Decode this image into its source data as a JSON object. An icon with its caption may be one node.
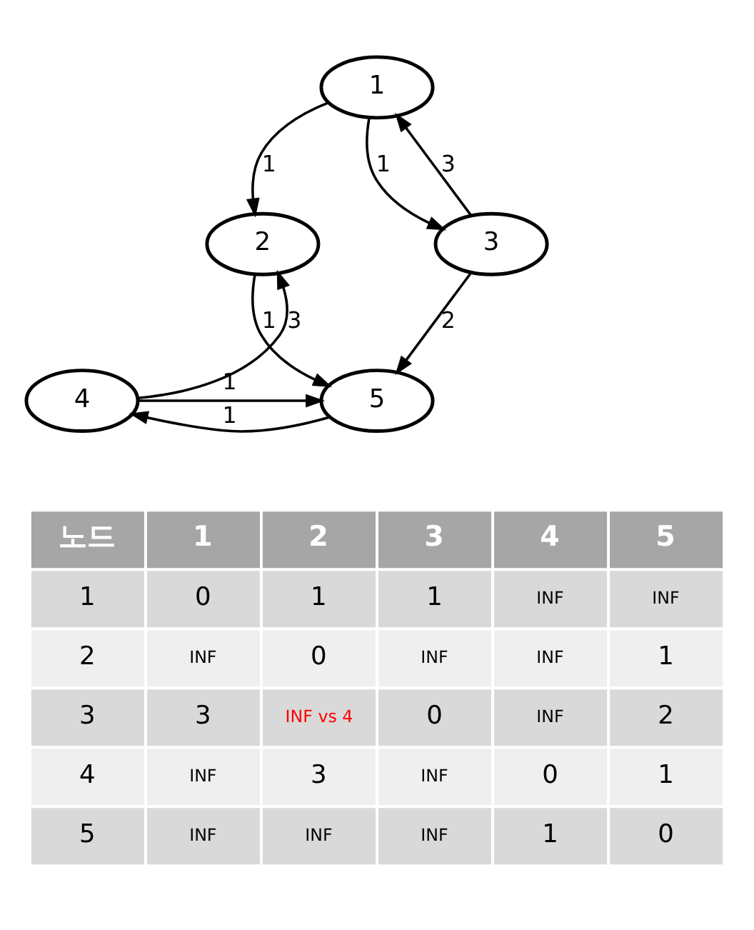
{
  "diagram": {
    "nodes": [
      {
        "text": [
          "1"
        ]
      },
      {
        "text": [
          "2"
        ]
      },
      {
        "text": [
          "3"
        ]
      },
      {
        "text": [
          "4"
        ]
      },
      {
        "text": [
          "5"
        ]
      }
    ],
    "edges": [
      {
        "from": 0,
        "to": 1,
        "arrow": "to",
        "label": "1"
      },
      {
        "from": 0,
        "to": 2,
        "arrow": "to",
        "label": "1"
      },
      {
        "from": 2,
        "to": 0,
        "arrow": "to",
        "label": "3"
      },
      {
        "from": 3,
        "to": 1,
        "arrow": "to",
        "label": "3"
      },
      {
        "from": 1,
        "to": 4,
        "arrow": "to",
        "label": "1"
      },
      {
        "from": 2,
        "to": 4,
        "arrow": "to",
        "label": "2"
      },
      {
        "from": 3,
        "to": 4,
        "arrow": "to",
        "label": "1"
      },
      {
        "from": 4,
        "to": 3,
        "arrow": "to",
        "label": "1"
      }
    ],
    "labels": [
      "노드",
      "1",
      "2",
      "3",
      "4",
      "5",
      "1",
      "0",
      "1",
      "1",
      "INF",
      "INF",
      "2",
      "INF",
      "0",
      "INF",
      "INF",
      "1",
      "3",
      "3",
      "INF vs 4",
      "0",
      "INF",
      "2",
      "4",
      "INF",
      "3",
      "INF",
      "0",
      "1",
      "5",
      "INF",
      "INF",
      "INF",
      "1",
      "0"
    ]
  }
}
